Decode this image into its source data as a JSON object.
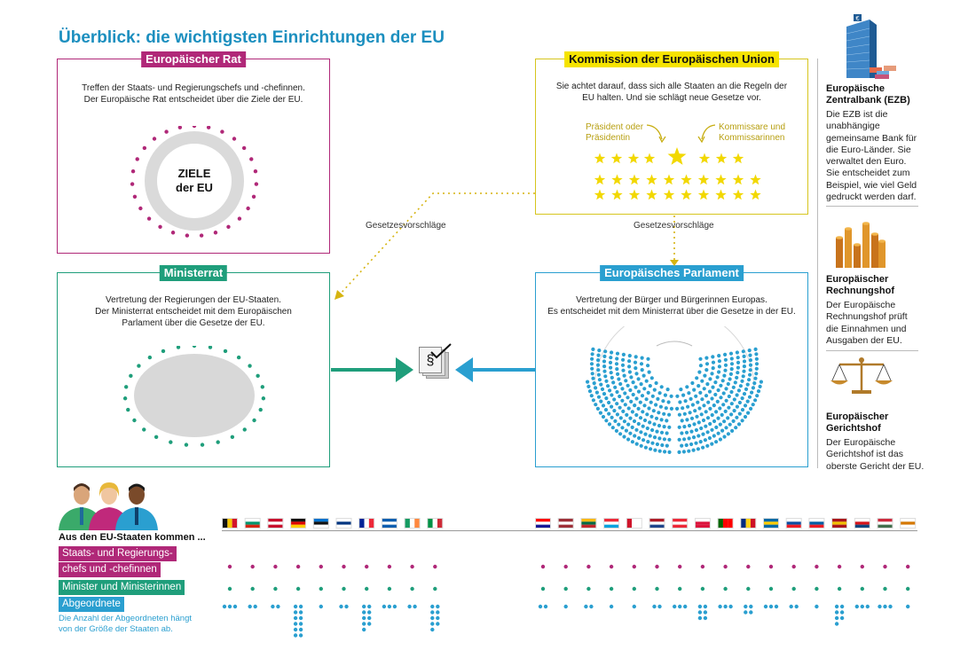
{
  "title": "Überblick: die wichtigsten Einrichtungen der EU",
  "colors": {
    "rat": "#b02878",
    "kommission": "#f5e300",
    "ministerrat": "#1f9e7b",
    "parlament": "#2a9fd0",
    "headline": "#1c8fbf"
  },
  "rat": {
    "label": "Europäischer Rat",
    "desc": [
      "Treffen der Staats- und Regierungschefs und -chefinnen.",
      "Der Europäische Rat entscheidet über die Ziele der EU."
    ],
    "center": [
      "ZIELE",
      "der EU"
    ]
  },
  "kommission": {
    "label": "Kommission der Europäischen Union",
    "desc": [
      "Sie achtet darauf, dass sich alle Staaten an die Regeln der",
      "EU halten. Und sie schlägt neue Gesetze vor."
    ],
    "president_label": [
      "Präsident oder",
      "Präsidentin"
    ],
    "commissioners_label": [
      "Kommissare und",
      "Kommissarinnen"
    ]
  },
  "ministerrat": {
    "label": "Ministerrat",
    "desc": [
      "Vertretung der Regierungen der EU-Staaten.",
      "Der Ministerrat entscheidet mit dem Europäischen",
      "Parlament über die Gesetze der EU."
    ]
  },
  "parlament": {
    "label": "Europäisches Parlament",
    "desc": [
      "Vertretung der Bürger und Bürgerinnen Europas.",
      "Es entscheidet mit dem Ministerrat über die Gesetze in der EU."
    ]
  },
  "flows": {
    "left_label": "Gesetzesvorschläge",
    "right_label": "Gesetzesvorschläge",
    "law_symbol": "§"
  },
  "sidebar": {
    "ezb": {
      "title": [
        "Europäische",
        "Zentralbank (EZB)"
      ],
      "text": [
        "Die EZB ist die",
        "unabhängige",
        "gemeinsame Bank für",
        "die Euro-Länder. Sie",
        "verwaltet den Euro.",
        "Sie entscheidet zum",
        "Beispiel, wie viel Geld",
        "gedruckt werden darf."
      ],
      "icon": "bank-tower-icon",
      "euro_sign": "€"
    },
    "rechnungshof": {
      "title": [
        "Europäischer",
        "Rechnungshof"
      ],
      "text": [
        "Der Europäische",
        "Rechnungshof prüft",
        "die Einnahmen und",
        "Ausgaben der EU."
      ],
      "icon": "coin-stacks-icon"
    },
    "gerichtshof": {
      "title": [
        "Europäischer",
        "Gerichtshof"
      ],
      "text": [
        "Der Europäische",
        "Gerichtshof ist das",
        "oberste Gericht der EU."
      ],
      "icon": "scales-icon"
    }
  },
  "legend": {
    "heading": "Aus den EU-Staaten kommen ...",
    "heads": [
      "Staats- und Regierungs-",
      "chefs und -chefinnen"
    ],
    "ministers": "Minister und Ministerinnen",
    "mep": "Abgeordnete",
    "note": [
      "Die Anzahl der Abgeordneten hängt",
      "von der Größe der Staaten ab."
    ]
  },
  "flags_group1": [
    {
      "colors": [
        "#111111",
        "#f6c700",
        "#d3152b"
      ],
      "dir": "v"
    },
    {
      "colors": [
        "#ffffff",
        "#00966e",
        "#d62612"
      ],
      "dir": "h"
    },
    {
      "colors": [
        "#c8102e",
        "#ffffff",
        "#c8102e"
      ],
      "dir": "h"
    },
    {
      "colors": [
        "#111111",
        "#dd0000",
        "#ffce00"
      ],
      "dir": "h"
    },
    {
      "colors": [
        "#0072ce",
        "#111111",
        "#ffffff"
      ],
      "dir": "h"
    },
    {
      "colors": [
        "#ffffff",
        "#003580",
        "#ffffff"
      ],
      "dir": "h"
    },
    {
      "colors": [
        "#002395",
        "#ffffff",
        "#ed2939"
      ],
      "dir": "v"
    },
    {
      "colors": [
        "#0d5eaf",
        "#ffffff",
        "#0d5eaf"
      ],
      "dir": "h"
    },
    {
      "colors": [
        "#169b62",
        "#ffffff",
        "#ff883e"
      ],
      "dir": "v"
    },
    {
      "colors": [
        "#009246",
        "#ffffff",
        "#ce2b37"
      ],
      "dir": "v"
    }
  ],
  "flags_group2": [
    {
      "colors": [
        "#ff0000",
        "#ffffff",
        "#171796"
      ],
      "dir": "h"
    },
    {
      "colors": [
        "#9e3039",
        "#ffffff",
        "#9e3039"
      ],
      "dir": "h"
    },
    {
      "colors": [
        "#fdb913",
        "#006a44",
        "#c1272d"
      ],
      "dir": "h"
    },
    {
      "colors": [
        "#ed2939",
        "#ffffff",
        "#00a1de"
      ],
      "dir": "h"
    },
    {
      "colors": [
        "#cf142b",
        "#ffffff",
        "#ffffff"
      ],
      "dir": "v"
    },
    {
      "colors": [
        "#ae1c28",
        "#ffffff",
        "#21468b"
      ],
      "dir": "h"
    },
    {
      "colors": [
        "#ed2939",
        "#ffffff",
        "#ed2939"
      ],
      "dir": "h"
    },
    {
      "colors": [
        "#ffffff",
        "#dc143c",
        "#dc143c"
      ],
      "dir": "h"
    },
    {
      "colors": [
        "#006600",
        "#ff0000",
        "#ff0000"
      ],
      "dir": "v"
    },
    {
      "colors": [
        "#002b7f",
        "#fcd116",
        "#ce1126"
      ],
      "dir": "v"
    },
    {
      "colors": [
        "#006aa7",
        "#fecc00",
        "#006aa7"
      ],
      "dir": "h"
    },
    {
      "colors": [
        "#ffffff",
        "#0b4ea2",
        "#ee1c25"
      ],
      "dir": "h"
    },
    {
      "colors": [
        "#ffffff",
        "#005da4",
        "#ed1c24"
      ],
      "dir": "h"
    },
    {
      "colors": [
        "#aa151b",
        "#f1bf00",
        "#aa151b"
      ],
      "dir": "h"
    },
    {
      "colors": [
        "#ffffff",
        "#d7141a",
        "#11457e"
      ],
      "dir": "h"
    },
    {
      "colors": [
        "#cd2a3e",
        "#ffffff",
        "#436f4d"
      ],
      "dir": "h"
    },
    {
      "colors": [
        "#ffffff",
        "#d57800",
        "#ffffff"
      ],
      "dir": "h"
    }
  ],
  "mep_counts_group1": [
    3,
    2,
    2,
    12,
    1,
    2,
    9,
    3,
    2,
    9
  ],
  "mep_counts_group2": [
    2,
    1,
    2,
    1,
    1,
    2,
    3,
    6,
    3,
    4,
    3,
    2,
    1,
    7,
    3,
    3,
    1
  ]
}
